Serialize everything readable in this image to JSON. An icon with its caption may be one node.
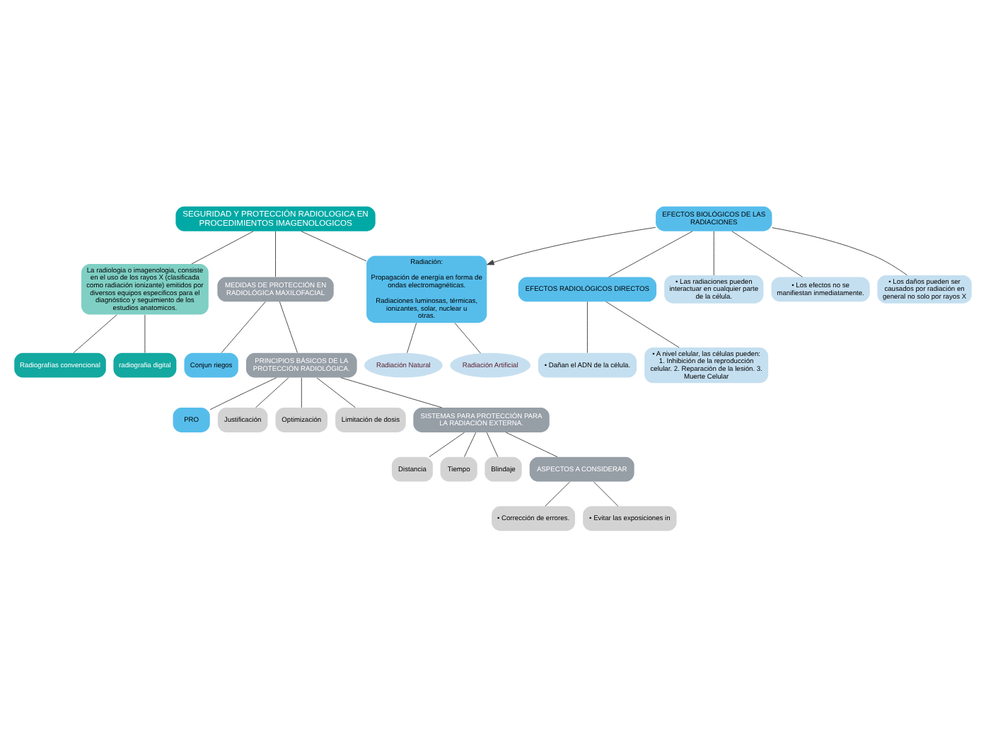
{
  "diagram": {
    "nodes": [
      {
        "text": [
          "SEGURIDAD Y PROTECCIÓN RADIOLOGICA EN PROCEDIMIENTOS IMAGENOLOGICOS"
        ]
      },
      {
        "text": [
          "La radiologia o imagenologia, consiste en el uso de los rayos X (clasificada como radiación ionizante) emitidos por diversos equipos especificos para el diagnóstico y seguimiento de los estudios anatomicos."
        ]
      },
      {
        "text": [
          "Radiografías convencional"
        ]
      },
      {
        "text": [
          "radiografia digital"
        ]
      },
      {
        "text": [
          "Radiación:",
          "Propagación de energía en forma de ondas electromagnéticas.",
          "Radiaciones luminosas, térmicas, ionizantes, solar, nuclear u otras."
        ]
      },
      {
        "text": [
          "Radiación Natural"
        ]
      },
      {
        "text": [
          "Radiación Artificial"
        ]
      },
      {
        "text": [
          "EFECTOS BIOLÓGICOS DE LAS RADIACIONES"
        ]
      },
      {
        "text": [
          "• Las radiaciones pueden interactuar en cualquier parte de la célula."
        ]
      },
      {
        "text": [
          "• Los efectos no se manifiestan inmediatamente."
        ]
      },
      {
        "text": [
          "• Los daños pueden ser causados por radiación en general no solo por rayos X"
        ]
      },
      {
        "text": [
          "EFECTOS RADIOLÓGICOS DIRECTOS"
        ]
      },
      {
        "text": [
          "• Dañan el ADN de la célula."
        ]
      },
      {
        "text": [
          "• A nivel celular, las células pueden: 1. Inhibición de la reproducción celular. 2. Reparación de la lesión. 3. Muerte Celular"
        ]
      },
      {
        "text": [
          "MEDIDAS DE PROTECCIÓN EN RADIOLÓGICA MAXILOFACIAL"
        ]
      },
      {
        "text": [
          "Conjun riegos"
        ]
      },
      {
        "text": [
          "PRINCIPIOS BÁSICOS DE LA PROTECCIÓN RADIOLÓGICA."
        ]
      },
      {
        "text": [
          "PRO"
        ]
      },
      {
        "text": [
          "Justificación"
        ]
      },
      {
        "text": [
          "Optimización"
        ]
      },
      {
        "text": [
          "Limitación de dosis"
        ]
      },
      {
        "text": [
          "SISTEMAS PARA PROTECCIÓN PARA LA RADIACIÓN EXTERNA."
        ]
      },
      {
        "text": [
          "Distancia"
        ]
      },
      {
        "text": [
          "Tiempo"
        ]
      },
      {
        "text": [
          "Blindaje"
        ]
      },
      {
        "text": [
          "ASPECTOS A CONSIDERAR"
        ]
      },
      {
        "text": [
          "• Corrección de errores."
        ]
      },
      {
        "text": [
          "• Evitar las exposiciones in"
        ]
      }
    ],
    "edges": [
      {
        "from": 0,
        "to": 1,
        "arrow": "none"
      },
      {
        "from": 0,
        "to": 4,
        "arrow": "none"
      },
      {
        "from": 0,
        "to": 14,
        "arrow": "none"
      },
      {
        "from": 1,
        "to": 2,
        "arrow": "none"
      },
      {
        "from": 1,
        "to": 3,
        "arrow": "none"
      },
      {
        "from": 4,
        "to": 5,
        "arrow": "none"
      },
      {
        "from": 4,
        "to": 6,
        "arrow": "none"
      },
      {
        "from": 7,
        "to": 4,
        "arrow": "to"
      },
      {
        "from": 7,
        "to": 8,
        "arrow": "none"
      },
      {
        "from": 7,
        "to": 9,
        "arrow": "none"
      },
      {
        "from": 7,
        "to": 10,
        "arrow": "none"
      },
      {
        "from": 7,
        "to": 11,
        "arrow": "none"
      },
      {
        "from": 11,
        "to": 12,
        "arrow": "none"
      },
      {
        "from": 11,
        "to": 13,
        "arrow": "none"
      },
      {
        "from": 14,
        "to": 15,
        "arrow": "none"
      },
      {
        "from": 14,
        "to": 16,
        "arrow": "none"
      },
      {
        "from": 16,
        "to": 17,
        "arrow": "none"
      },
      {
        "from": 16,
        "to": 18,
        "arrow": "none"
      },
      {
        "from": 16,
        "to": 19,
        "arrow": "none"
      },
      {
        "from": 16,
        "to": 20,
        "arrow": "none"
      },
      {
        "from": 16,
        "to": 21,
        "arrow": "none"
      },
      {
        "from": 21,
        "to": 22,
        "arrow": "none"
      },
      {
        "from": 21,
        "to": 23,
        "arrow": "none"
      },
      {
        "from": 21,
        "to": 24,
        "arrow": "none"
      },
      {
        "from": 21,
        "to": 25,
        "arrow": "none"
      },
      {
        "from": 25,
        "to": 26,
        "arrow": "none"
      },
      {
        "from": 25,
        "to": 27,
        "arrow": "none"
      }
    ]
  }
}
